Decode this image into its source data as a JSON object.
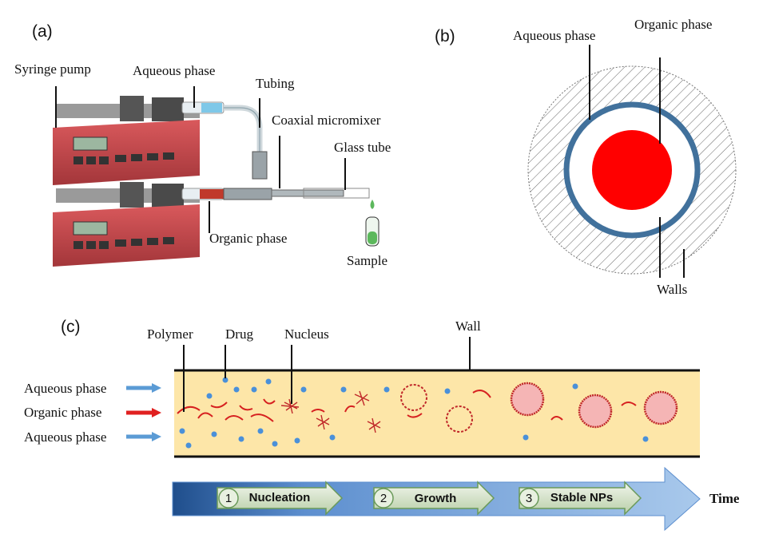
{
  "panel_a": {
    "label": "(a)",
    "syringe_pump": "Syringe pump",
    "aqueous_phase": "Aqueous phase",
    "tubing": "Tubing",
    "coaxial_micromixer": "Coaxial micromixer",
    "glass_tube": "Glass tube",
    "organic_phase": "Organic phase",
    "sample": "Sample"
  },
  "panel_b": {
    "label": "(b)",
    "aqueous_phase": "Aqueous phase",
    "organic_phase": "Organic phase",
    "walls": "Walls"
  },
  "panel_c": {
    "label": "(c)",
    "polymer": "Polymer",
    "drug": "Drug",
    "nucleus": "Nucleus",
    "wall": "Wall",
    "inlet_top": "Aqueous phase",
    "inlet_middle": "Organic phase",
    "inlet_bottom": "Aqueous phase",
    "time": "Time",
    "steps": [
      {
        "number": "1",
        "label": "Nucleation"
      },
      {
        "number": "2",
        "label": "Growth"
      },
      {
        "number": "3",
        "label": "Stable NPs"
      }
    ]
  },
  "colors": {
    "pump_red": "#c8474b",
    "organic_red": "#ff0000",
    "aqueous_blue": "#5b9bd5",
    "channel_yellow": "#fde6a8",
    "drug_blue": "#4a90d9",
    "wall_ring": "#41719c"
  }
}
